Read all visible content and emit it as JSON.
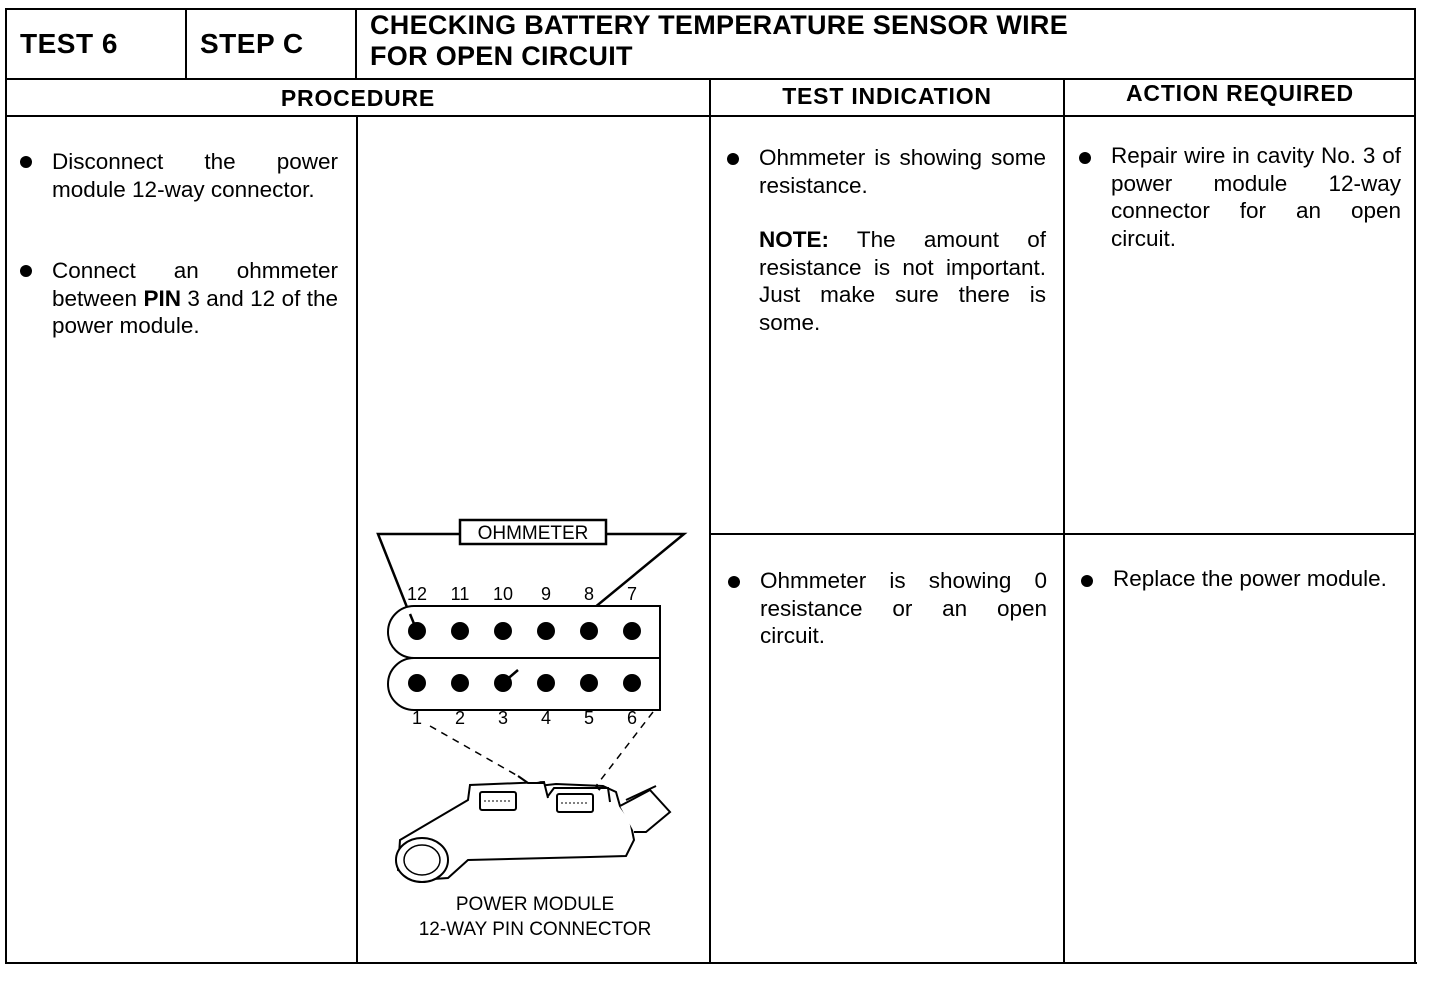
{
  "header": {
    "test": "TEST 6",
    "step": "STEP C",
    "title_line1": "CHECKING BATTERY TEMPERATURE SENSOR WIRE",
    "title_line2": "FOR OPEN CIRCUIT"
  },
  "columns": {
    "procedure": "PROCEDURE",
    "test_indication": "TEST INDICATION",
    "action_required": "ACTION REQUIRED"
  },
  "procedure": {
    "step1": "Disconnect the power module 12-way connector.",
    "step2_prefix": "Connect an ohmmeter between ",
    "step2_bold": "PIN",
    "step2_suffix": " 3 and 12 of the power module."
  },
  "diagram": {
    "meter_label": "OHMMETER",
    "top_pins": [
      "12",
      "11",
      "10",
      "9",
      "8",
      "7"
    ],
    "bottom_pins": [
      "1",
      "2",
      "3",
      "4",
      "5",
      "6"
    ],
    "caption_line1": "POWER MODULE",
    "caption_line2": "12-WAY PIN CONNECTOR"
  },
  "row1": {
    "indication": "Ohmmeter is showing some resistance.",
    "note_label": "NOTE:",
    "note_text": " The amount of resistance is not important. Just make sure there is some.",
    "action": "Repair wire in cavity No. 3 of power module 12-way connector for an open circuit."
  },
  "row2": {
    "indication": "Ohmmeter is showing 0 resistance or an open circuit.",
    "action": "Replace the power module."
  }
}
